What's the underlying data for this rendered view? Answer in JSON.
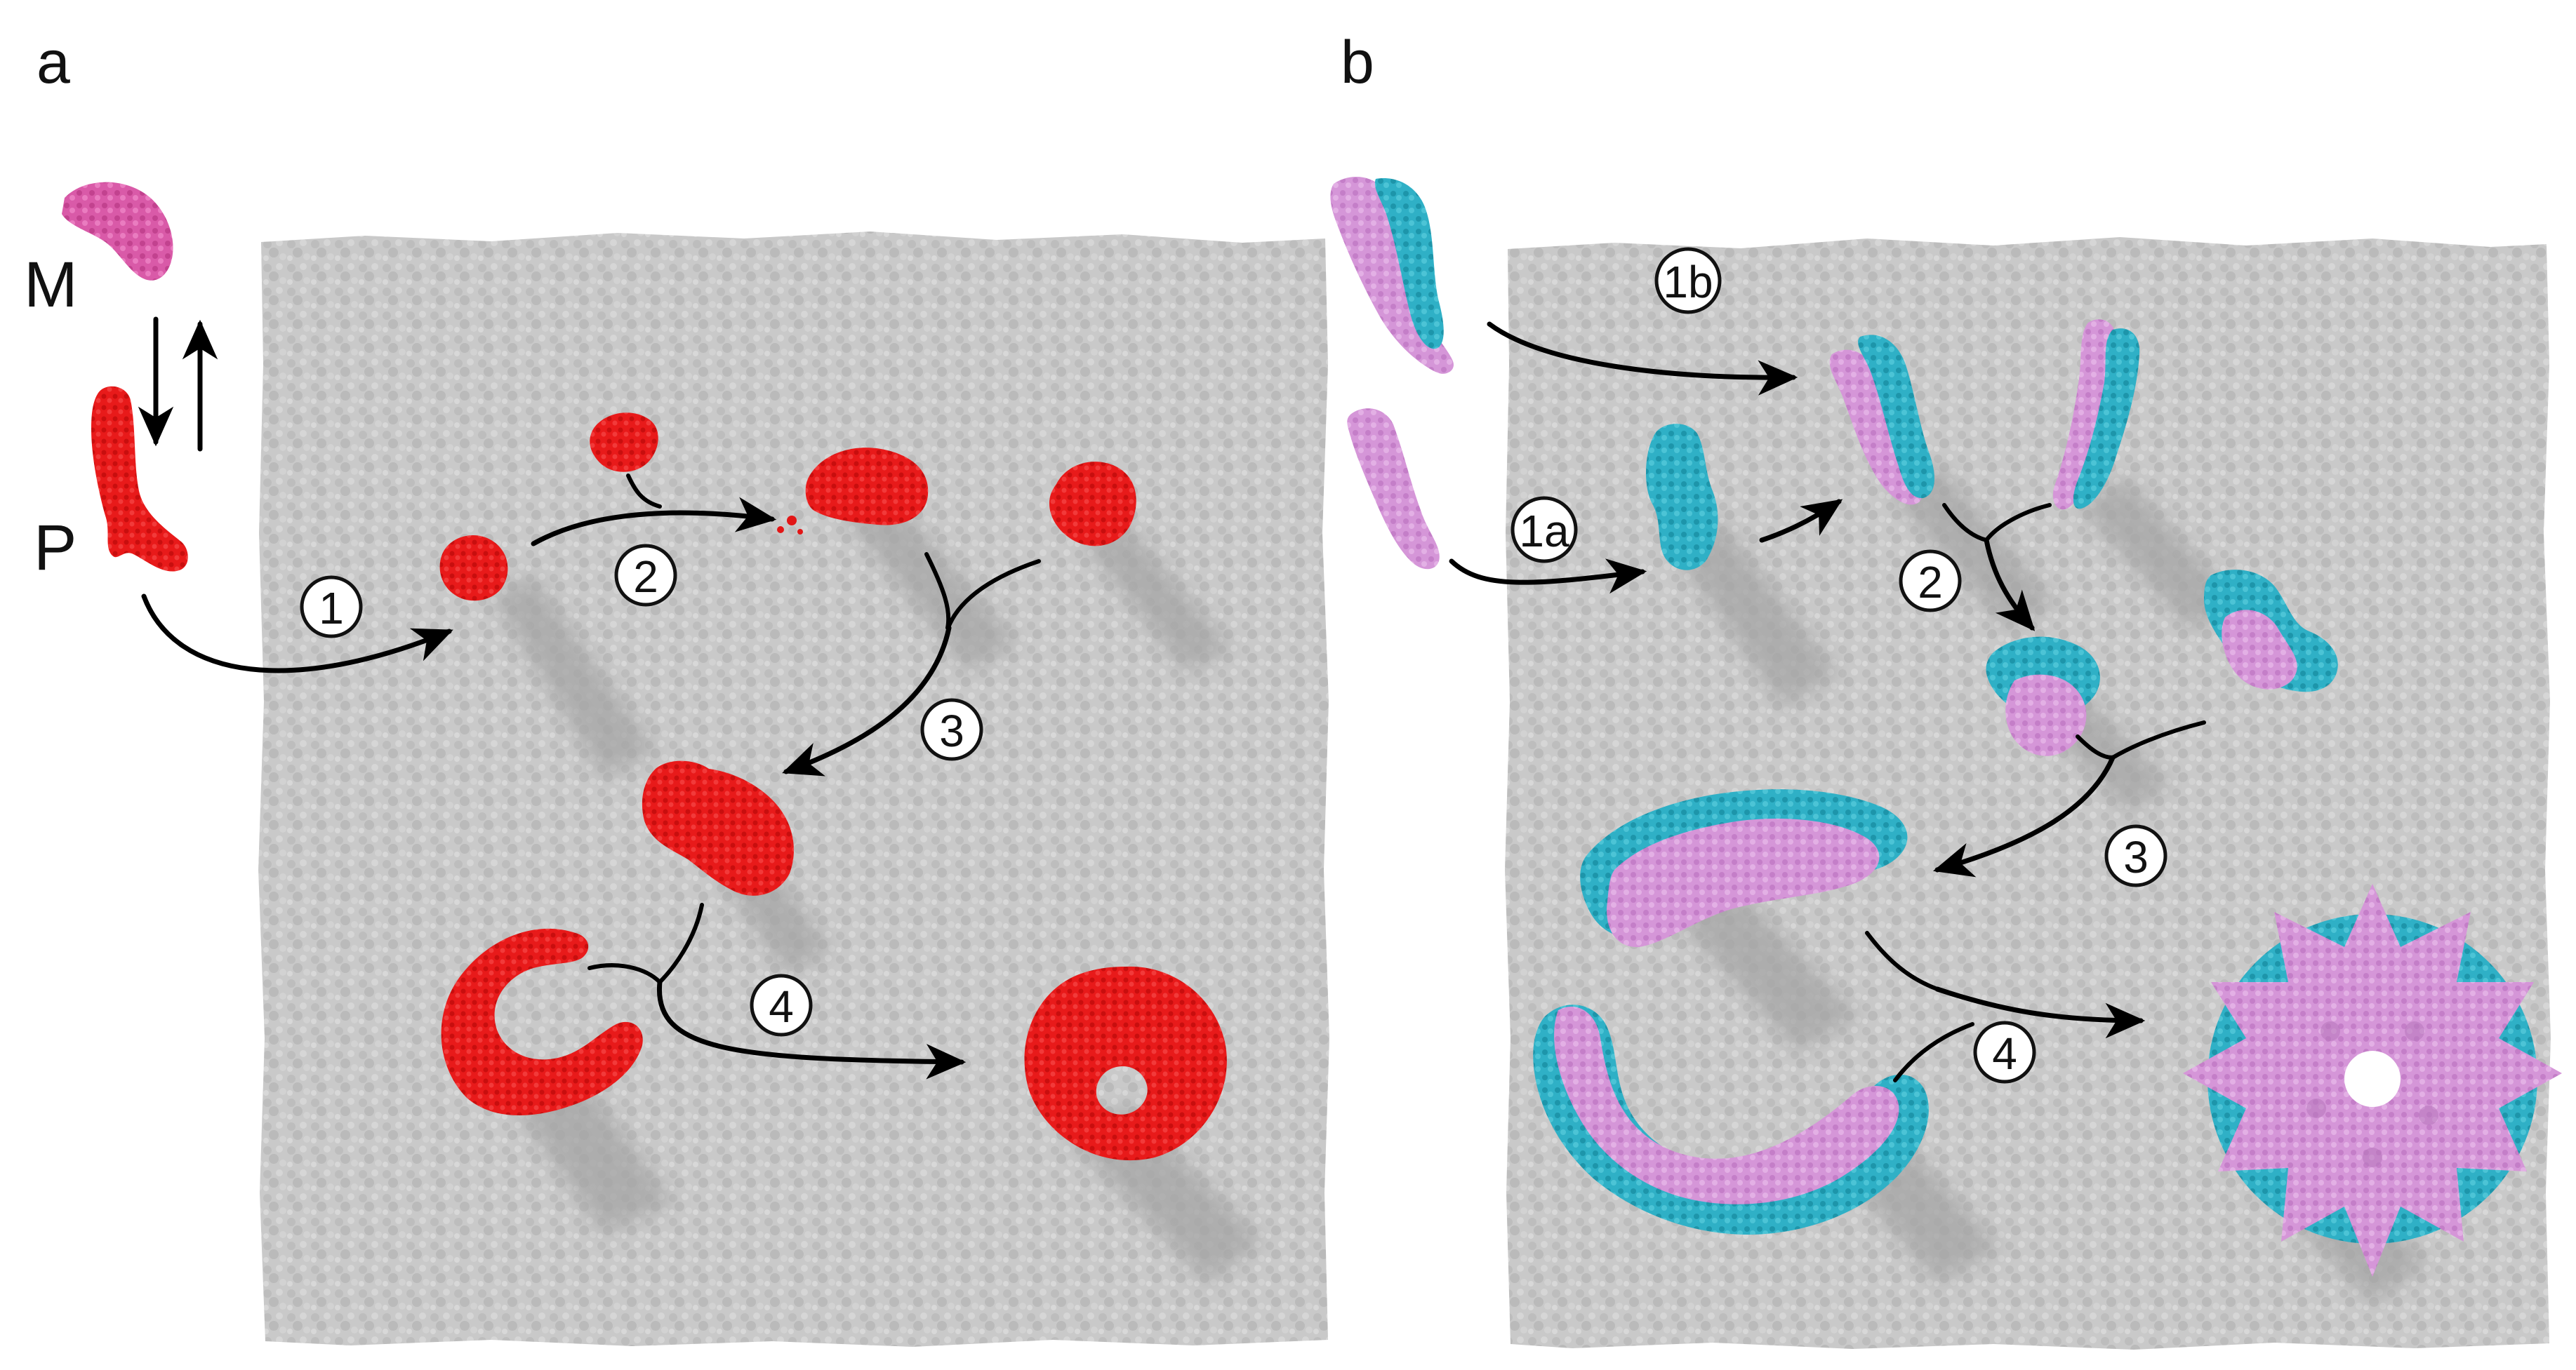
{
  "panels": [
    {
      "letter": "a",
      "states": {
        "monomer": "M",
        "protomer": "P"
      },
      "steps": [
        "1",
        "2",
        "3",
        "4"
      ]
    },
    {
      "letter": "b",
      "steps": [
        "1a",
        "1b",
        "2",
        "3",
        "4"
      ]
    }
  ],
  "colors": {
    "membrane": "#c8c8c8",
    "membrane_texture": "#b4b4b4",
    "membrane_shadow": "#a9a9a9",
    "protein_panel_a": "#e21616",
    "protein_monomer": "#d858a6",
    "subunit_pink": "#d48fd8",
    "subunit_cyan": "#2eaec4",
    "arrow": "#000000"
  },
  "icons": [
    "membrane-slab",
    "protein-blob",
    "pore-ring",
    "curved-arrow"
  ]
}
